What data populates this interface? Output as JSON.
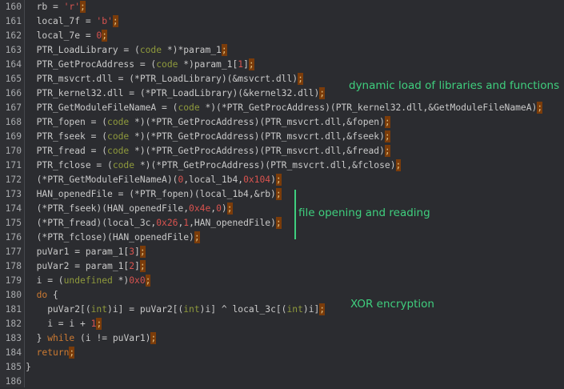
{
  "editor": {
    "colors": {
      "background": "#2b2c30",
      "type": "#8f9a3c",
      "number": "#d9534f",
      "keyword": "#cc7a32",
      "semicolon_highlight": "#7b3c0a",
      "annotation": "#3fcf7e"
    },
    "lines": [
      {
        "n": "160",
        "tokens": [
          [
            "  rb = ",
            ""
          ],
          [
            "'r'",
            "n"
          ],
          [
            ";",
            "s"
          ]
        ]
      },
      {
        "n": "161",
        "tokens": [
          [
            "  local_7f = ",
            ""
          ],
          [
            "'b'",
            "n"
          ],
          [
            ";",
            "s"
          ]
        ]
      },
      {
        "n": "162",
        "tokens": [
          [
            "  local_7e = ",
            ""
          ],
          [
            "0",
            "n"
          ],
          [
            ";",
            "s"
          ]
        ]
      },
      {
        "n": "163",
        "tokens": [
          [
            "  PTR_LoadLibrary = (",
            ""
          ],
          [
            "code",
            "t"
          ],
          [
            " *)*param_1",
            ""
          ],
          [
            ";",
            "s"
          ]
        ]
      },
      {
        "n": "164",
        "tokens": [
          [
            "  PTR_GetProcAddress = (",
            ""
          ],
          [
            "code",
            "t"
          ],
          [
            " *)param_1[",
            ""
          ],
          [
            "1",
            "n"
          ],
          [
            "]",
            ""
          ],
          [
            ";",
            "s"
          ]
        ]
      },
      {
        "n": "165",
        "tokens": [
          [
            "  PTR_msvcrt.dll = (*PTR_LoadLibrary)(&msvcrt.dll)",
            ""
          ],
          [
            ";",
            "s"
          ]
        ]
      },
      {
        "n": "166",
        "tokens": [
          [
            "  PTR_kernel32.dll = (*PTR_LoadLibrary)(&kernel32.dll)",
            ""
          ],
          [
            ";",
            "s"
          ]
        ]
      },
      {
        "n": "167",
        "tokens": [
          [
            "  PTR_GetModuleFileNameA = (",
            ""
          ],
          [
            "code",
            "t"
          ],
          [
            " *)(*PTR_GetProcAddress)(PTR_kernel32.dll,&GetModuleFileNameA)",
            ""
          ],
          [
            ";",
            "s"
          ]
        ]
      },
      {
        "n": "168",
        "tokens": [
          [
            "  PTR_fopen = (",
            ""
          ],
          [
            "code",
            "t"
          ],
          [
            " *)(*PTR_GetProcAddress)(PTR_msvcrt.dll,&fopen)",
            ""
          ],
          [
            ";",
            "s"
          ]
        ]
      },
      {
        "n": "169",
        "tokens": [
          [
            "  PTR_fseek = (",
            ""
          ],
          [
            "code",
            "t"
          ],
          [
            " *)(*PTR_GetProcAddress)(PTR_msvcrt.dll,&fseek)",
            ""
          ],
          [
            ";",
            "s"
          ]
        ]
      },
      {
        "n": "170",
        "tokens": [
          [
            "  PTR_fread = (",
            ""
          ],
          [
            "code",
            "t"
          ],
          [
            " *)(*PTR_GetProcAddress)(PTR_msvcrt.dll,&fread)",
            ""
          ],
          [
            ";",
            "s"
          ]
        ]
      },
      {
        "n": "171",
        "tokens": [
          [
            "  PTR_fclose = (",
            ""
          ],
          [
            "code",
            "t"
          ],
          [
            " *)(*PTR_GetProcAddress)(PTR_msvcrt.dll,&fclose)",
            ""
          ],
          [
            ";",
            "s"
          ]
        ]
      },
      {
        "n": "172",
        "tokens": [
          [
            "  (*PTR_GetModuleFileNameA)(",
            ""
          ],
          [
            "0",
            "n"
          ],
          [
            ",local_1b4,",
            ""
          ],
          [
            "0x104",
            "n"
          ],
          [
            ")",
            ""
          ],
          [
            ";",
            "s"
          ]
        ]
      },
      {
        "n": "173",
        "tokens": [
          [
            "  HAN_openedFile = (*PTR_fopen)(local_1b4,&rb)",
            ""
          ],
          [
            ";",
            "s"
          ]
        ]
      },
      {
        "n": "174",
        "tokens": [
          [
            "  (*PTR_fseek)(HAN_openedFile,",
            ""
          ],
          [
            "0x4e",
            "n"
          ],
          [
            ",",
            ""
          ],
          [
            "0",
            "n"
          ],
          [
            ")",
            ""
          ],
          [
            ";",
            "s"
          ]
        ]
      },
      {
        "n": "175",
        "tokens": [
          [
            "  (*PTR_fread)(local_3c,",
            ""
          ],
          [
            "0x26",
            "n"
          ],
          [
            ",",
            ""
          ],
          [
            "1",
            "n"
          ],
          [
            ",HAN_openedFile)",
            ""
          ],
          [
            ";",
            "s"
          ]
        ]
      },
      {
        "n": "176",
        "tokens": [
          [
            "  (*PTR_fclose)(HAN_openedFile)",
            ""
          ],
          [
            ";",
            "s"
          ]
        ]
      },
      {
        "n": "177",
        "tokens": [
          [
            "  puVar1 = param_1[",
            ""
          ],
          [
            "3",
            "n"
          ],
          [
            "]",
            ""
          ],
          [
            ";",
            "s"
          ]
        ]
      },
      {
        "n": "178",
        "tokens": [
          [
            "  puVar2 = param_1[",
            ""
          ],
          [
            "2",
            "n"
          ],
          [
            "]",
            ""
          ],
          [
            ";",
            "s"
          ]
        ]
      },
      {
        "n": "179",
        "tokens": [
          [
            "  i = (",
            ""
          ],
          [
            "undefined",
            "t"
          ],
          [
            " *)",
            ""
          ],
          [
            "0x0",
            "n"
          ],
          [
            ";",
            "s"
          ]
        ]
      },
      {
        "n": "180",
        "tokens": [
          [
            "  ",
            ""
          ],
          [
            "do",
            "k"
          ],
          [
            " {",
            ""
          ]
        ]
      },
      {
        "n": "181",
        "tokens": [
          [
            "    puVar2[(",
            ""
          ],
          [
            "int",
            "t"
          ],
          [
            ")i] = puVar2[(",
            ""
          ],
          [
            "int",
            "t"
          ],
          [
            ")i] ^ local_3c[(",
            ""
          ],
          [
            "int",
            "t"
          ],
          [
            ")i]",
            ""
          ],
          [
            ";",
            "s"
          ]
        ]
      },
      {
        "n": "182",
        "tokens": [
          [
            "    i = i + ",
            ""
          ],
          [
            "1",
            "n"
          ],
          [
            ";",
            "s"
          ]
        ]
      },
      {
        "n": "183",
        "tokens": [
          [
            "  } ",
            ""
          ],
          [
            "while",
            "k"
          ],
          [
            " (i != puVar1)",
            ""
          ],
          [
            ";",
            "s"
          ]
        ]
      },
      {
        "n": "184",
        "tokens": [
          [
            "  ",
            ""
          ],
          [
            "return",
            "k"
          ],
          [
            ";",
            "s"
          ]
        ]
      },
      {
        "n": "185",
        "tokens": [
          [
            "}",
            ""
          ]
        ]
      },
      {
        "n": "186",
        "tokens": []
      }
    ]
  },
  "annotations": {
    "dynamic_load": "dynamic load of libraries and functions",
    "file_io": "file opening and reading",
    "xor": "XOR encryption"
  }
}
